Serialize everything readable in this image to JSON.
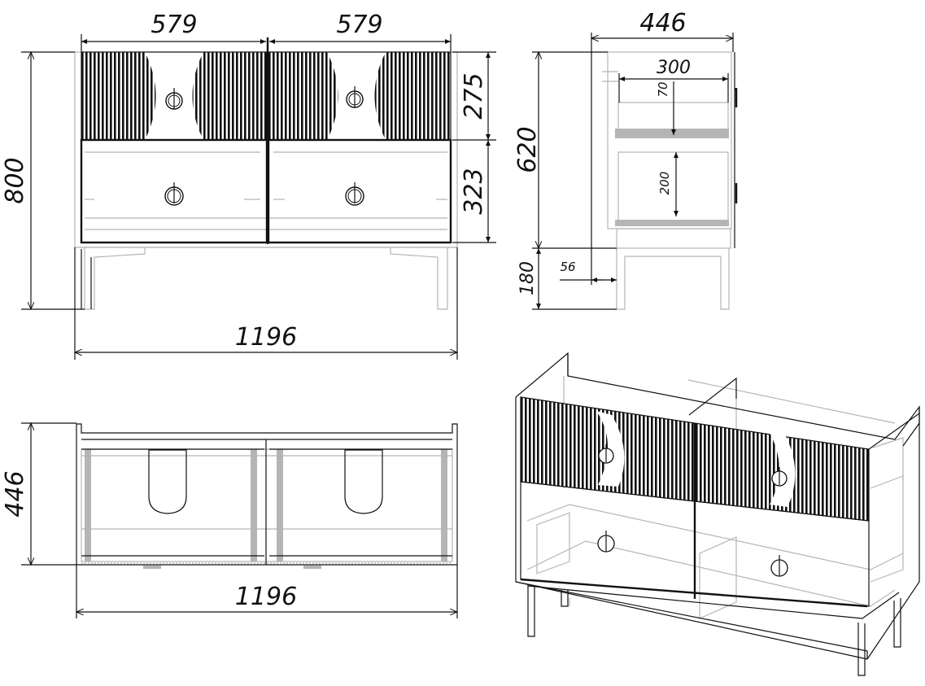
{
  "drawing": {
    "subject": "Two-section sideboard with fluted arched upper doors and two lower drawers",
    "colors": {
      "line": "#111111",
      "hidden_line": "#b5b5b5",
      "background": "#ffffff"
    }
  },
  "front_view": {
    "dims": {
      "section_width_left": "579",
      "section_width_right": "579",
      "total_height": "800",
      "upper_door_height": "275",
      "drawer_height": "323",
      "total_width": "1196"
    }
  },
  "side_view": {
    "dims": {
      "depth": "446",
      "body_height": "620",
      "inner_depth": "300",
      "upper_clearance": "70",
      "lower_clearance": "200",
      "leg_height": "180",
      "leg_offset": "56"
    }
  },
  "top_view": {
    "dims": {
      "depth": "446",
      "total_width": "1196"
    }
  },
  "isometric_view": {
    "label": ""
  }
}
